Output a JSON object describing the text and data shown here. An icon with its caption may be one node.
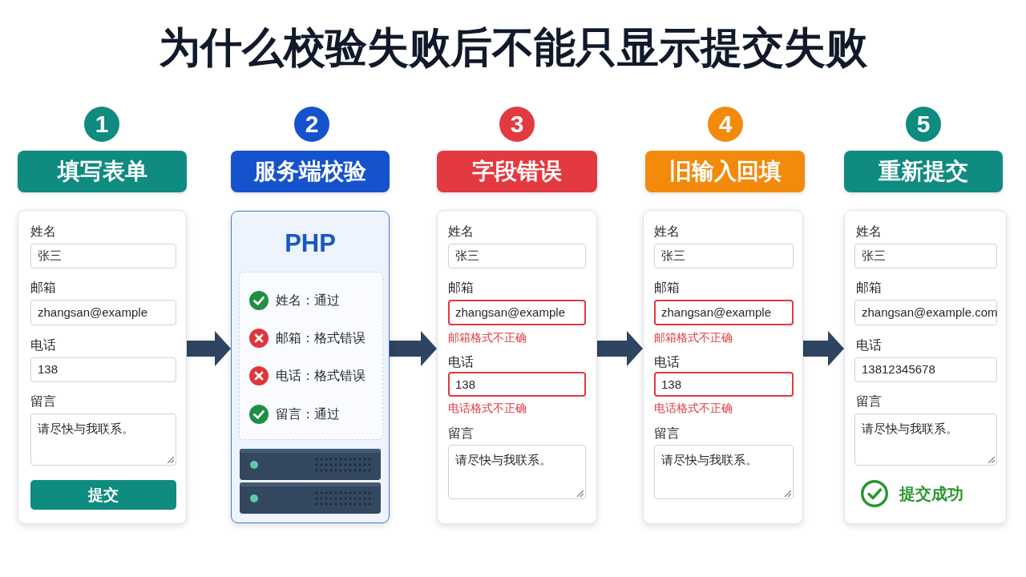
{
  "diagram": {
    "title": "为什么校验失败后不能只显示提交失败",
    "nodes": [
      {
        "text": [
          "1"
        ]
      },
      {
        "text": [
          "填写表单"
        ]
      },
      {
        "text": [
          "姓名",
          "邮箱",
          "电话",
          "留言"
        ]
      },
      {
        "text": [
          "张三"
        ],
        "in": 2
      },
      {
        "text": [
          "zhangsan@example"
        ],
        "in": 2
      },
      {
        "text": [
          "138"
        ],
        "in": 2
      },
      {
        "text": [
          "请尽快与我联系。"
        ],
        "in": 2
      },
      {
        "text": [
          "提交"
        ],
        "in": 2
      },
      {
        "text": [
          "2"
        ]
      },
      {
        "text": [
          "服务端校验"
        ]
      },
      {
        "text": [
          "PHP"
        ]
      },
      {
        "text": [
          "姓名：通过",
          "邮箱：格式错误",
          "电话：格式错误",
          "留言：通过"
        ],
        "in": 10
      },
      {
        "text": [
          "3"
        ]
      },
      {
        "text": [
          "字段错误"
        ]
      },
      {
        "text": [
          "姓名",
          "邮箱",
          "邮箱格式不正确",
          "电话",
          "电话格式不正确",
          "留言"
        ]
      },
      {
        "text": [
          "张三"
        ],
        "in": 14
      },
      {
        "text": [
          "zhangsan@example"
        ],
        "in": 14
      },
      {
        "text": [
          "138"
        ],
        "in": 14
      },
      {
        "text": [
          "请尽快与我联系。"
        ],
        "in": 14
      },
      {
        "text": [
          "4"
        ]
      },
      {
        "text": [
          "旧输入回填"
        ]
      },
      {
        "text": [
          "姓名",
          "邮箱",
          "邮箱格式不正确",
          "电话",
          "电话格式不正确",
          "留言"
        ]
      },
      {
        "text": [
          "张三"
        ],
        "in": 21
      },
      {
        "text": [
          "zhangsan@example"
        ],
        "in": 21
      },
      {
        "text": [
          "138"
        ],
        "in": 21
      },
      {
        "text": [
          "请尽快与我联系。"
        ],
        "in": 21
      },
      {
        "text": [
          "5"
        ]
      },
      {
        "text": [
          "重新提交"
        ]
      },
      {
        "text": [
          "姓名",
          "邮箱",
          "电话",
          "留言",
          "提交成功"
        ]
      },
      {
        "text": [
          "张三"
        ],
        "in": 28
      },
      {
        "text": [
          "zhangsan@example.com"
        ],
        "in": 28
      },
      {
        "text": [
          "13812345678"
        ],
        "in": 28
      },
      {
        "text": [
          "请尽快与我联系。"
        ],
        "in": 28
      }
    ],
    "edges": [
      {
        "from": 2,
        "to": 10,
        "arrow": "to"
      },
      {
        "from": 10,
        "to": 14,
        "arrow": "to"
      },
      {
        "from": 14,
        "to": 21,
        "arrow": "to"
      },
      {
        "from": 21,
        "to": 28,
        "arrow": "to"
      }
    ]
  }
}
